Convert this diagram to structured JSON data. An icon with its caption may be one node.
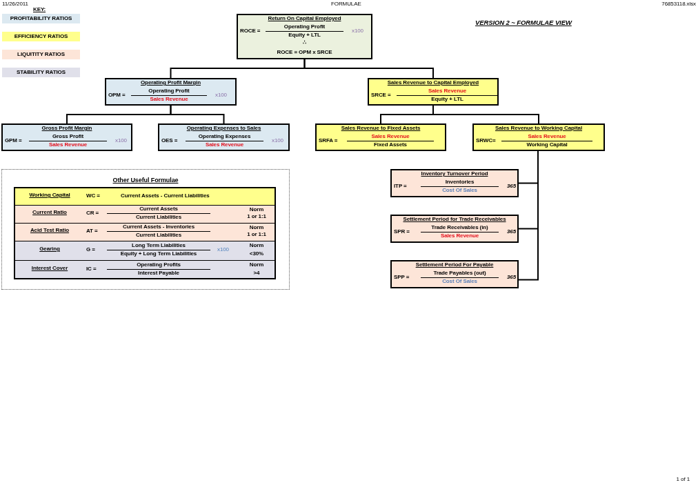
{
  "diagram": {
    "nodes": [
      {
        "text": [
          "Return On Capital Employed",
          "ROCE =",
          "Operating Profit",
          "Equity + LTL",
          "x100",
          "∴",
          "ROCE = OPM x SRCE"
        ]
      },
      {
        "text": [
          "Operating Profit Margin",
          "OPM =",
          "Operating Profit",
          "Sales Revenue",
          "x100"
        ]
      },
      {
        "text": [
          "Sales Revenue to Capital Employed",
          "SRCE =",
          "Sales Revenue",
          "Equity + LTL"
        ]
      },
      {
        "text": [
          "Gross Profit Margin",
          "GPM =",
          "Gross Profit",
          "Sales Revenue",
          "x100"
        ]
      },
      {
        "text": [
          "Operating Expenses to Sales",
          "OES =",
          "Operating Expenses",
          "Sales Revenue",
          "x100"
        ]
      },
      {
        "text": [
          "Sales Revenue to Fixed Assets",
          "SRFA =",
          "Sales Revenue",
          "Fixed Assets"
        ]
      },
      {
        "text": [
          "Sales Revenue to Working Capital",
          "SRWC=",
          "Sales Revenue",
          "Working Capital"
        ]
      },
      {
        "text": [
          "Other Useful Formulae"
        ]
      },
      {
        "text": [
          "Working Capital",
          "WC =",
          "Current Assets - Current Liabilities"
        ],
        "in": 7
      },
      {
        "text": [
          "Current Ratio",
          "CR =",
          "Current Assets",
          "Current Liabilities",
          "Norm",
          "1 or 1:1"
        ],
        "in": 7
      },
      {
        "text": [
          "Acid Test Ratio",
          "AT =",
          "Current Assets - Inventories",
          "Current Liabilities",
          "Norm",
          "1 or 1:1"
        ],
        "in": 7
      },
      {
        "text": [
          "Gearing",
          "G =",
          "Long Term Liabilities",
          "Equity + Long Term Liabilities",
          "x100",
          "Norm",
          "<30%"
        ],
        "in": 7
      },
      {
        "text": [
          "Interest Cover",
          "IC =",
          "Operating Profits",
          "Interest Payable",
          "Norm",
          ">4"
        ],
        "in": 7
      },
      {
        "text": [
          "Inventory Turnover Period",
          "ITP =",
          "Inventories",
          "Cost Of Sales",
          "365"
        ]
      },
      {
        "text": [
          "Settlement Period for Trade Receivables",
          "SPR =",
          "Trade Receivables  (in)",
          "Sales Revenue",
          "365"
        ]
      },
      {
        "text": [
          "Settlement Period For Payable",
          "SPP =",
          "Trade Payables  (out)",
          "Cost Of Sales",
          "365"
        ]
      }
    ],
    "edges": [
      {
        "from": 0,
        "to": 1,
        "arrow": "none"
      },
      {
        "from": 0,
        "to": 2,
        "arrow": "none"
      },
      {
        "from": 1,
        "to": 3,
        "arrow": "none"
      },
      {
        "from": 1,
        "to": 4,
        "arrow": "none"
      },
      {
        "from": 2,
        "to": 5,
        "arrow": "none"
      },
      {
        "from": 2,
        "to": 6,
        "arrow": "none"
      },
      {
        "from": 6,
        "to": 13,
        "arrow": "none"
      },
      {
        "from": 6,
        "to": 14,
        "arrow": "none"
      },
      {
        "from": 6,
        "to": 15,
        "arrow": "none"
      }
    ],
    "labels": [
      "11/26/2011",
      "FORMULAE",
      "76853118.xlsx",
      "KEY:",
      "VERSION 2 ~ FORMULAE VIEW",
      "1 of 1"
    ],
    "legend": [
      {
        "text": "PROFITABILITY RATIOS",
        "color": "#dce9f1"
      },
      {
        "text": "EFFICIENCY RATIOS",
        "color": "#ffff8c"
      },
      {
        "text": "LIQUITITY RATIOS",
        "color": "#fde5d8"
      },
      {
        "text": "STABILITY RATIOS",
        "color": "#e0e0ea"
      }
    ]
  }
}
